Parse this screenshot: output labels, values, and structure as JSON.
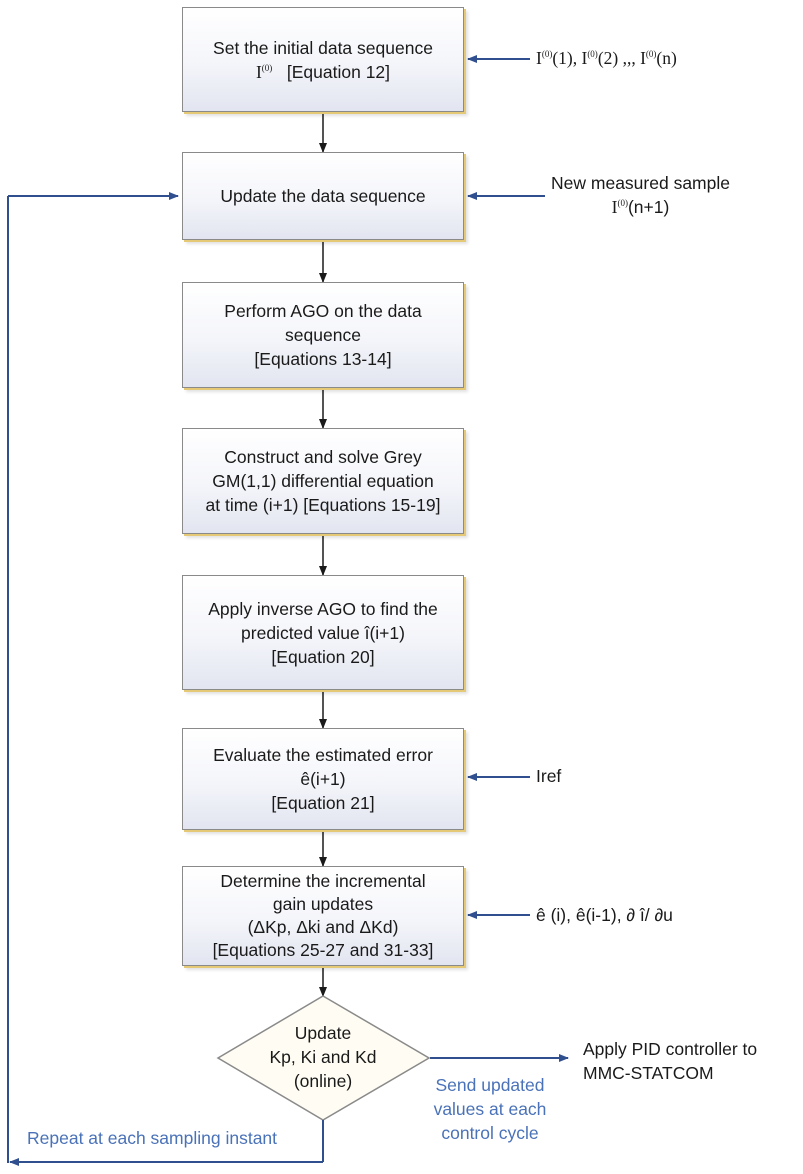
{
  "boxes": {
    "b1": {
      "line1": "Set the initial data sequence",
      "line2_main": "I",
      "line2_sup": "(0)",
      "line2_rest": "[Equation 12]"
    },
    "b2": {
      "line1": "Update the data sequence"
    },
    "b3": {
      "line1": "Perform AGO on the data",
      "line2": "sequence",
      "line3": "[Equations 13-14]"
    },
    "b4": {
      "line1": "Construct and solve Grey",
      "line2": "GM(1,1) differential equation",
      "line3": "at time (i+1) [Equations 15-19]"
    },
    "b5": {
      "line1": "Apply inverse AGO to find the",
      "line2": "predicted value î(i+1)",
      "line3": "[Equation 20]"
    },
    "b6": {
      "line1": "Evaluate the estimated error",
      "line2": "ê(i+1)",
      "line3": "[Equation 21]"
    },
    "b7": {
      "line1": "Determine the incremental",
      "line2": "gain updates",
      "line3": "(ΔKp, Δki and ΔKd)",
      "line4": "[Equations 25-27 and 31-33]"
    }
  },
  "decision": {
    "line1": "Update",
    "line2": "Kp, Ki and Kd",
    "line3": "(online)"
  },
  "inputs": {
    "initial_seq": {
      "i1": "I",
      "s1": "(0)",
      "a1": "(1), ",
      "i2": "I",
      "s2": "(0)",
      "a2": "(2) ,,, ",
      "i3": "I",
      "s3": "(0)",
      "a3": "(n)"
    },
    "new_sample": {
      "line1": "New measured sample",
      "i": "I",
      "s": "(0)",
      "rest": "(n+1)"
    },
    "iref": "Iref",
    "gain_inputs": "ê (i), ê(i-1), ∂ î/ ∂u"
  },
  "output": {
    "line1": "Apply PID controller to",
    "line2": "MMC-STATCOM"
  },
  "annotations": {
    "send": {
      "line1": "Send updated",
      "line2": "values at each",
      "line3": "control cycle"
    },
    "repeat": "Repeat at each sampling instant"
  },
  "colors": {
    "loop_line": "#2f4f8f",
    "annotation_text": "#4a72b8",
    "box_border": "#8a8a8a",
    "box_shadow": "#e6c977"
  }
}
